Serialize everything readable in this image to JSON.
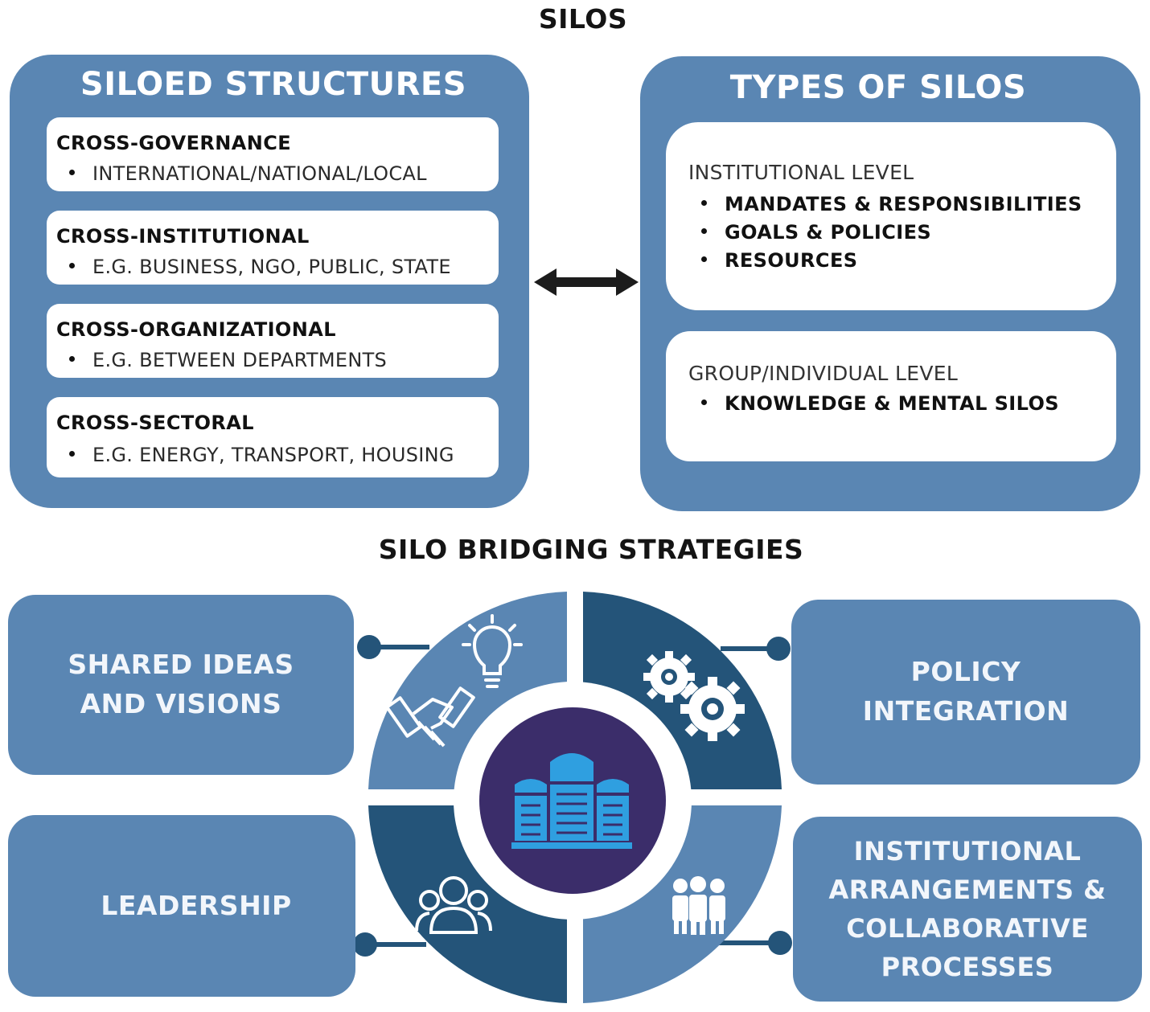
{
  "title": "SILOS",
  "left_panel": {
    "title": "SILOED STRUCTURES",
    "cards": [
      {
        "heading": "CROSS-GOVERNANCE",
        "item": "INTERNATIONAL/NATIONAL/LOCAL"
      },
      {
        "heading": "CROSS-INSTITUTIONAL",
        "item": "E.G. BUSINESS, NGO, PUBLIC, STATE"
      },
      {
        "heading": "CROSS-ORGANIZATIONAL",
        "item": "E.G. BETWEEN DEPARTMENTS"
      },
      {
        "heading": "CROSS-SECTORAL",
        "item": "E.G. ENERGY, TRANSPORT, HOUSING"
      }
    ]
  },
  "right_panel": {
    "title": "TYPES OF SILOS",
    "institutional": {
      "label": "INSTITUTIONAL LEVEL",
      "items": [
        "MANDATES & RESPONSIBILITIES",
        "GOALS & POLICIES",
        "RESOURCES"
      ]
    },
    "group": {
      "label": "GROUP/INDIVIDUAL LEVEL",
      "items": [
        "KNOWLEDGE & MENTAL SILOS"
      ]
    }
  },
  "connector": {
    "icon": "double-arrow-icon"
  },
  "strategies": {
    "title": "SILO BRIDGING STRATEGIES",
    "shared": {
      "line1": "SHARED IDEAS",
      "line2": "AND VISIONS",
      "icons": [
        "lightbulb-icon",
        "handshake-icon"
      ]
    },
    "policy": {
      "line1": "POLICY",
      "line2": "INTEGRATION",
      "icons": [
        "gears-icon"
      ]
    },
    "leadership": {
      "line1": "LEADERSHIP",
      "icons": [
        "group-icon"
      ]
    },
    "institutional": {
      "line1": "INSTITUTIONAL",
      "line2": "ARRANGEMENTS &",
      "line3": "COLLABORATIVE",
      "line4": "PROCESSES",
      "icons": [
        "team-icon"
      ]
    },
    "center_icon": "silo-icon"
  },
  "colors": {
    "panel_blue": "#5a86b3",
    "dark_blue": "#245479",
    "center_purple": "#3b2d6a",
    "silo_blue": "#2f9fe0"
  }
}
